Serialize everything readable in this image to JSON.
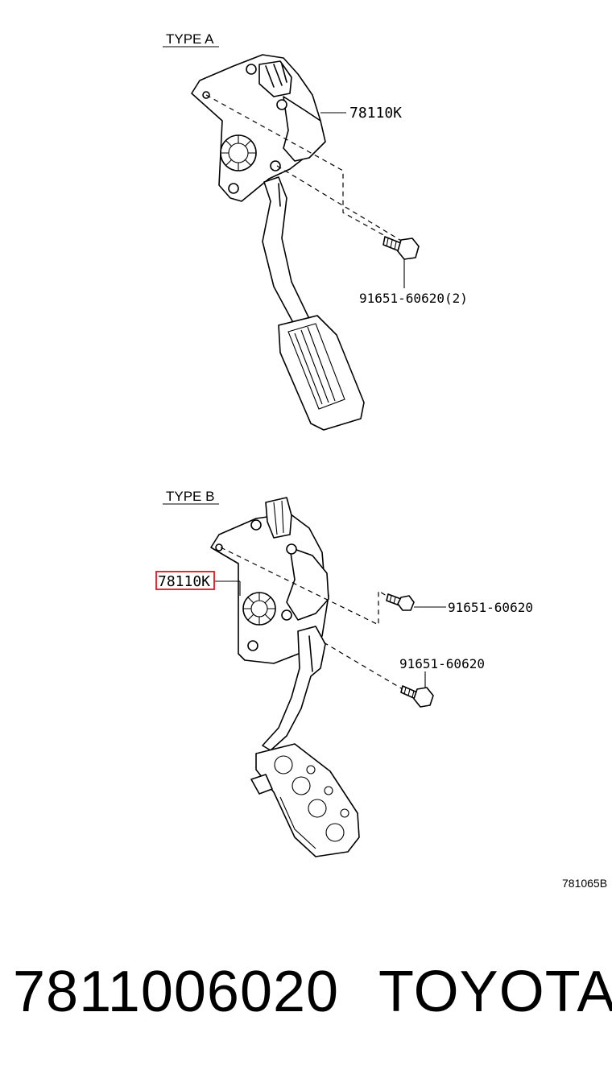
{
  "type_a": {
    "title": "TYPE A",
    "pedal_label": "78110K",
    "bolt_label": "91651-60620(2)"
  },
  "type_b": {
    "title": "TYPE B",
    "pedal_label": "78110K",
    "bolt_upper_label": "91651-60620",
    "bolt_lower_label": "91651-60620",
    "highlight_color": "#e0141e"
  },
  "diagram_code": "781065B",
  "footer": {
    "part_number": "7811006020",
    "brand": "TOYOTA"
  }
}
